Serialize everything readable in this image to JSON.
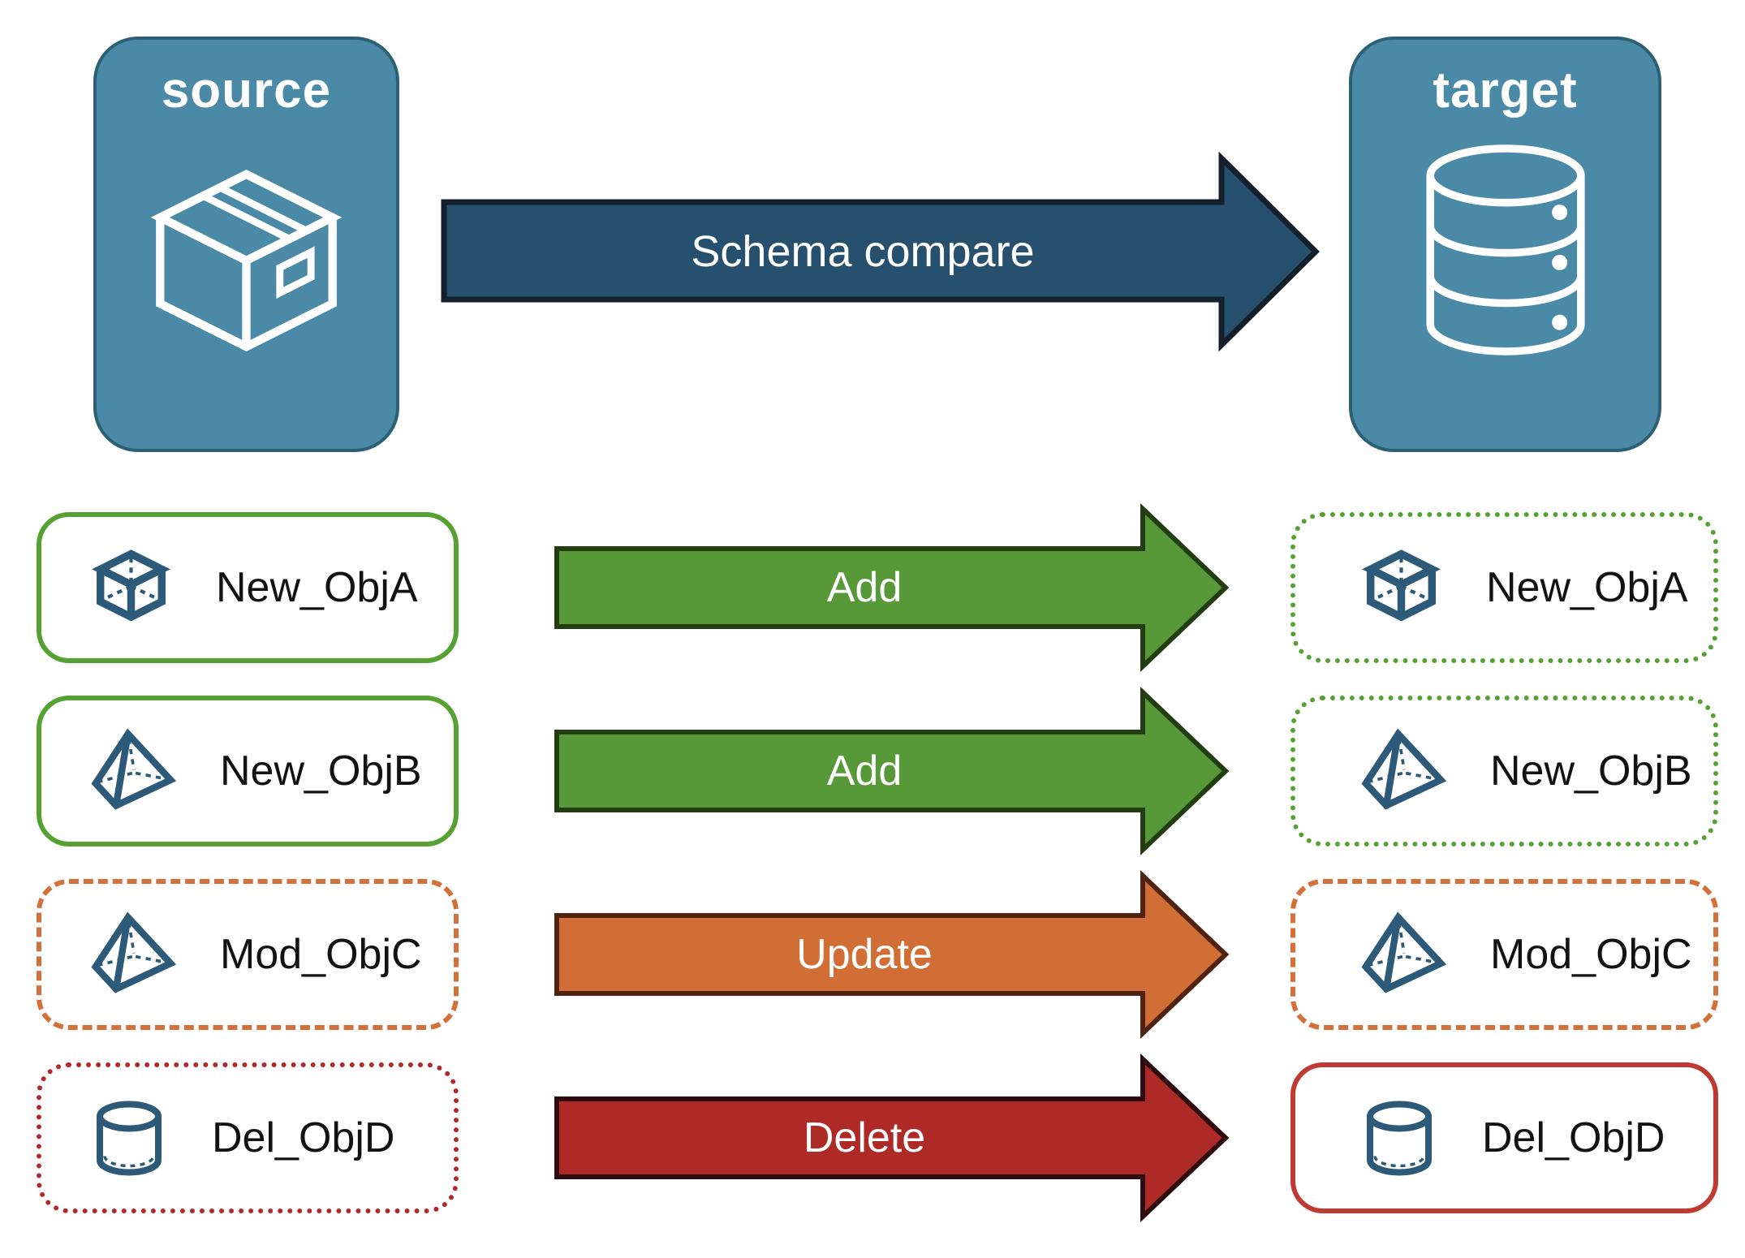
{
  "colors": {
    "white": "#FFFFFF",
    "label_text": "#121212",
    "icon_blue": "#2D5A78",
    "node_fill": "#4A8AA6",
    "node_border": "#2C6075",
    "schema_arrow_fill": "#27506F",
    "schema_arrow_outline": "#131F2B",
    "add_green_fill": "#579939",
    "add_green_outline": "#223D10",
    "green_border": "#55A233",
    "update_orange_fill": "#D06E35",
    "update_orange_outline": "#4F2310",
    "orange_border": "#D4703A",
    "delete_red_fill": "#AE2A26",
    "delete_red_outline": "#2E0B0E",
    "red_border_dotted": "#B3282A",
    "red_border_solid": "#BF3A30"
  },
  "top": {
    "source": {
      "title": "source",
      "icon": "package-icon"
    },
    "target": {
      "title": "target",
      "icon": "database-icon"
    },
    "arrow": {
      "label": "Schema compare"
    }
  },
  "rows": [
    {
      "source": {
        "label": "New_ObjA",
        "icon": "cube-icon",
        "border_style": "solid",
        "border_color": "#55A233"
      },
      "arrow": {
        "label": "Add",
        "fill": "#579939",
        "outline": "#223D10"
      },
      "target": {
        "label": "New_ObjA",
        "icon": "cube-icon",
        "border_style": "dotted",
        "border_color": "#55A233"
      }
    },
    {
      "source": {
        "label": "New_ObjB",
        "icon": "pyramid-icon",
        "border_style": "solid",
        "border_color": "#55A233"
      },
      "arrow": {
        "label": "Add",
        "fill": "#579939",
        "outline": "#223D10"
      },
      "target": {
        "label": "New_ObjB",
        "icon": "pyramid-icon",
        "border_style": "dotted",
        "border_color": "#55A233"
      }
    },
    {
      "source": {
        "label": "Mod_ObjC",
        "icon": "pyramid-icon",
        "border_style": "dashed",
        "border_color": "#D4703A"
      },
      "arrow": {
        "label": "Update",
        "fill": "#D06E35",
        "outline": "#4F2310"
      },
      "target": {
        "label": "Mod_ObjC",
        "icon": "pyramid-icon",
        "border_style": "dashed",
        "border_color": "#D4703A"
      }
    },
    {
      "source": {
        "label": "Del_ObjD",
        "icon": "cylinder-icon",
        "border_style": "dotted",
        "border_color": "#B3282A"
      },
      "arrow": {
        "label": "Delete",
        "fill": "#AE2A26",
        "outline": "#2E0B0E"
      },
      "target": {
        "label": "Del_ObjD",
        "icon": "cylinder-icon",
        "border_style": "solid",
        "border_color": "#BF3A30"
      }
    }
  ]
}
